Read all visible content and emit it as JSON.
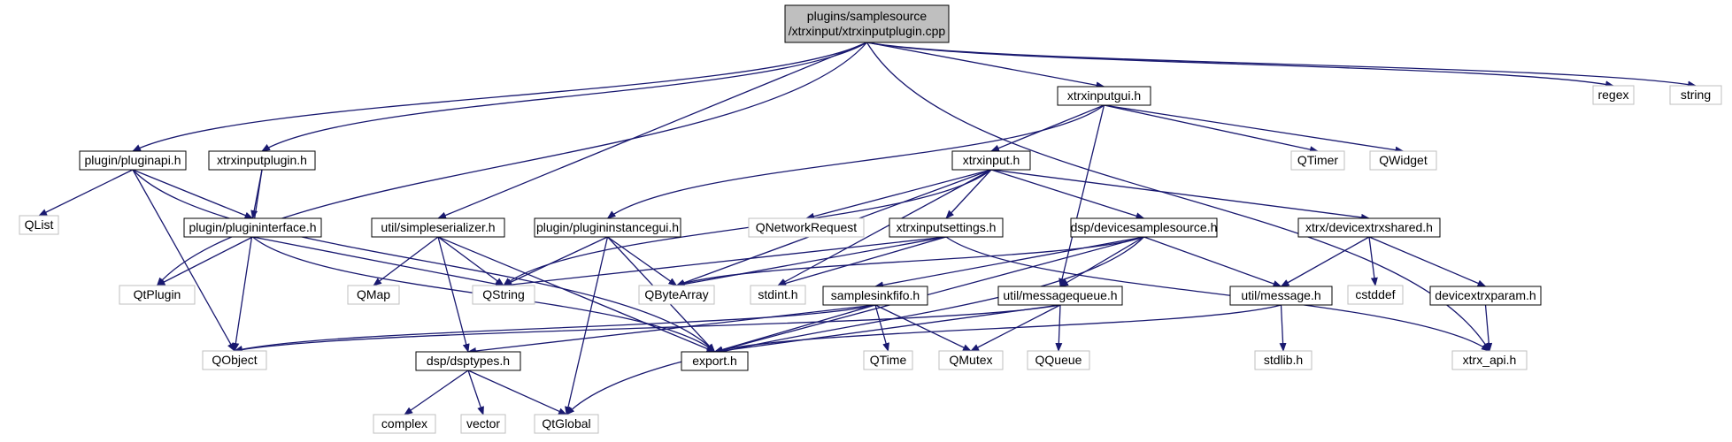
{
  "colors": {
    "edge": "#191970",
    "root_fill": "#bfbfbf",
    "root_stroke": "#000000",
    "local_stroke": "#000000",
    "system_stroke": "#bfbfbf",
    "fill": "#ffffff"
  },
  "nodes": [
    {
      "id": "root",
      "lines": [
        "plugins/samplesource",
        "/xtrxinput/xtrxinputplugin.cpp"
      ],
      "kind": "root"
    },
    {
      "id": "xtrxinputgui",
      "lines": [
        "xtrxinputgui.h"
      ],
      "kind": "local"
    },
    {
      "id": "regex",
      "lines": [
        "regex"
      ],
      "kind": "system"
    },
    {
      "id": "string",
      "lines": [
        "string"
      ],
      "kind": "system"
    },
    {
      "id": "pluginapi",
      "lines": [
        "plugin/pluginapi.h"
      ],
      "kind": "local"
    },
    {
      "id": "xtrxinputpluginh",
      "lines": [
        "xtrxinputplugin.h"
      ],
      "kind": "local"
    },
    {
      "id": "xtrxinput",
      "lines": [
        "xtrxinput.h"
      ],
      "kind": "local"
    },
    {
      "id": "qtimer",
      "lines": [
        "QTimer"
      ],
      "kind": "system"
    },
    {
      "id": "qwidget",
      "lines": [
        "QWidget"
      ],
      "kind": "system"
    },
    {
      "id": "qlist",
      "lines": [
        "QList"
      ],
      "kind": "system"
    },
    {
      "id": "plugininterface",
      "lines": [
        "plugin/plugininterface.h"
      ],
      "kind": "local"
    },
    {
      "id": "simpleserializer",
      "lines": [
        "util/simpleserializer.h"
      ],
      "kind": "local"
    },
    {
      "id": "plugininstancegui",
      "lines": [
        "plugin/plugininstancegui.h"
      ],
      "kind": "local"
    },
    {
      "id": "qnetworkrequest",
      "lines": [
        "QNetworkRequest"
      ],
      "kind": "system"
    },
    {
      "id": "xtrxinputsettings",
      "lines": [
        "xtrxinputsettings.h"
      ],
      "kind": "local"
    },
    {
      "id": "devicesamplesource",
      "lines": [
        "dsp/devicesamplesource.h"
      ],
      "kind": "local"
    },
    {
      "id": "devicextrxshared",
      "lines": [
        "xtrx/devicextrxshared.h"
      ],
      "kind": "local"
    },
    {
      "id": "qtplugin",
      "lines": [
        "QtPlugin"
      ],
      "kind": "system"
    },
    {
      "id": "qmap",
      "lines": [
        "QMap"
      ],
      "kind": "system"
    },
    {
      "id": "qstring",
      "lines": [
        "QString"
      ],
      "kind": "system"
    },
    {
      "id": "qbytearray",
      "lines": [
        "QByteArray"
      ],
      "kind": "system"
    },
    {
      "id": "stdint",
      "lines": [
        "stdint.h"
      ],
      "kind": "system"
    },
    {
      "id": "samplesinkfifo",
      "lines": [
        "samplesinkfifo.h"
      ],
      "kind": "local"
    },
    {
      "id": "messagequeue",
      "lines": [
        "util/messagequeue.h"
      ],
      "kind": "local"
    },
    {
      "id": "message",
      "lines": [
        "util/message.h"
      ],
      "kind": "local"
    },
    {
      "id": "cstddef",
      "lines": [
        "cstddef"
      ],
      "kind": "system"
    },
    {
      "id": "devicextrxparam",
      "lines": [
        "devicextrxparam.h"
      ],
      "kind": "local"
    },
    {
      "id": "qobject",
      "lines": [
        "QObject"
      ],
      "kind": "system"
    },
    {
      "id": "dsptypes",
      "lines": [
        "dsp/dsptypes.h"
      ],
      "kind": "local"
    },
    {
      "id": "export",
      "lines": [
        "export.h"
      ],
      "kind": "local"
    },
    {
      "id": "qtime",
      "lines": [
        "QTime"
      ],
      "kind": "system"
    },
    {
      "id": "qmutex",
      "lines": [
        "QMutex"
      ],
      "kind": "system"
    },
    {
      "id": "qqueue",
      "lines": [
        "QQueue"
      ],
      "kind": "system"
    },
    {
      "id": "stdlib",
      "lines": [
        "stdlib.h"
      ],
      "kind": "system"
    },
    {
      "id": "xtrxapi",
      "lines": [
        "xtrx_api.h"
      ],
      "kind": "system"
    },
    {
      "id": "complex",
      "lines": [
        "complex"
      ],
      "kind": "system"
    },
    {
      "id": "vector",
      "lines": [
        "vector"
      ],
      "kind": "system"
    },
    {
      "id": "qtglobal",
      "lines": [
        "QtGlobal"
      ],
      "kind": "system"
    }
  ],
  "edges": [
    [
      "root",
      "xtrxinputgui"
    ],
    [
      "root",
      "regex"
    ],
    [
      "root",
      "string"
    ],
    [
      "root",
      "pluginapi"
    ],
    [
      "root",
      "xtrxinputpluginh"
    ],
    [
      "root",
      "simpleserializer"
    ],
    [
      "root",
      "qtplugin"
    ],
    [
      "root",
      "xtrxapi"
    ],
    [
      "xtrxinputgui",
      "xtrxinput"
    ],
    [
      "xtrxinputgui",
      "qtimer"
    ],
    [
      "xtrxinputgui",
      "qwidget"
    ],
    [
      "xtrxinputgui",
      "plugininstancegui"
    ],
    [
      "xtrxinputgui",
      "messagequeue"
    ],
    [
      "pluginapi",
      "qlist"
    ],
    [
      "pluginapi",
      "plugininterface"
    ],
    [
      "pluginapi",
      "qobject"
    ],
    [
      "pluginapi",
      "export"
    ],
    [
      "xtrxinputpluginh",
      "plugininterface"
    ],
    [
      "xtrxinputpluginh",
      "qobject"
    ],
    [
      "xtrxinput",
      "qstring"
    ],
    [
      "xtrxinput",
      "qbytearray"
    ],
    [
      "xtrxinput",
      "qnetworkrequest"
    ],
    [
      "xtrxinput",
      "xtrxinputsettings"
    ],
    [
      "xtrxinput",
      "devicesamplesource"
    ],
    [
      "xtrxinput",
      "devicextrxshared"
    ],
    [
      "xtrxinput",
      "stdint"
    ],
    [
      "plugininterface",
      "qtplugin"
    ],
    [
      "plugininterface",
      "qstring"
    ],
    [
      "plugininterface",
      "export"
    ],
    [
      "simpleserializer",
      "qmap"
    ],
    [
      "simpleserializer",
      "qstring"
    ],
    [
      "simpleserializer",
      "dsptypes"
    ],
    [
      "simpleserializer",
      "export"
    ],
    [
      "plugininstancegui",
      "qstring"
    ],
    [
      "plugininstancegui",
      "qbytearray"
    ],
    [
      "plugininstancegui",
      "export"
    ],
    [
      "plugininstancegui",
      "qtglobal"
    ],
    [
      "xtrxinputsettings",
      "qstring"
    ],
    [
      "xtrxinputsettings",
      "qbytearray"
    ],
    [
      "xtrxinputsettings",
      "stdint"
    ],
    [
      "xtrxinputsettings",
      "xtrxapi"
    ],
    [
      "devicesamplesource",
      "qbytearray"
    ],
    [
      "devicesamplesource",
      "samplesinkfifo"
    ],
    [
      "devicesamplesource",
      "messagequeue"
    ],
    [
      "devicesamplesource",
      "message"
    ],
    [
      "devicesamplesource",
      "export"
    ],
    [
      "devicesamplesource",
      "qtglobal"
    ],
    [
      "devicextrxshared",
      "message"
    ],
    [
      "devicextrxshared",
      "cstddef"
    ],
    [
      "devicextrxshared",
      "devicextrxparam"
    ],
    [
      "samplesinkfifo",
      "qobject"
    ],
    [
      "samplesinkfifo",
      "dsptypes"
    ],
    [
      "samplesinkfifo",
      "export"
    ],
    [
      "samplesinkfifo",
      "qtime"
    ],
    [
      "samplesinkfifo",
      "qmutex"
    ],
    [
      "messagequeue",
      "qobject"
    ],
    [
      "messagequeue",
      "qmutex"
    ],
    [
      "messagequeue",
      "qqueue"
    ],
    [
      "messagequeue",
      "export"
    ],
    [
      "message",
      "stdlib"
    ],
    [
      "message",
      "export"
    ],
    [
      "devicextrxparam",
      "xtrxapi"
    ],
    [
      "dsptypes",
      "complex"
    ],
    [
      "dsptypes",
      "vector"
    ],
    [
      "dsptypes",
      "qtglobal"
    ]
  ]
}
